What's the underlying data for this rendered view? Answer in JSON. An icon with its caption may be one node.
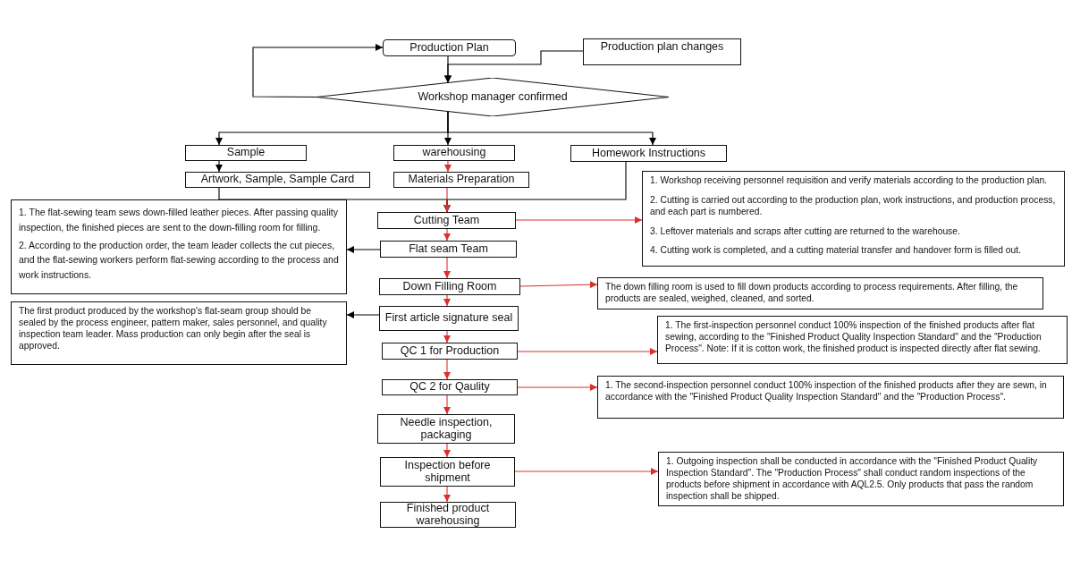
{
  "diagram": {
    "nodes": [
      {
        "text": [
          "Production Plan"
        ]
      },
      {
        "text": [
          "Production plan changes"
        ]
      },
      {
        "text": [
          "Workshop manager confirmed"
        ]
      },
      {
        "text": [
          "Sample"
        ]
      },
      {
        "text": [
          "warehousing"
        ]
      },
      {
        "text": [
          "Homework Instructions"
        ]
      },
      {
        "text": [
          "Artwork, Sample, Sample Card"
        ]
      },
      {
        "text": [
          "Materials Preparation"
        ]
      },
      {
        "text": [
          "1. The flat-sewing team sews down-filled leather pieces. After passing quality inspection, the finished pieces are sent to the down-filling room for filling.",
          "2. According to the production order, the team leader collects the cut pieces, and the flat-sewing workers perform flat-sewing according to the process and work instructions."
        ]
      },
      {
        "text": [
          "Cutting Team"
        ]
      },
      {
        "text": [
          "1. Workshop receiving personnel requisition and verify materials according to the production plan.",
          "2. Cutting is carried out according to the production plan, work instructions, and production process, and each part is numbered.",
          "3. Leftover materials and scraps after cutting are returned to the warehouse.",
          "4. Cutting work is completed, and a cutting material transfer and handover form is filled out."
        ]
      },
      {
        "text": [
          "Flat seam Team"
        ]
      },
      {
        "text": [
          "Down Filling Room"
        ]
      },
      {
        "text": [
          "The down filling room is used to fill down products according to process requirements. After filling, the products are sealed, weighed, cleaned, and sorted."
        ]
      },
      {
        "text": [
          "First article signature seal"
        ]
      },
      {
        "text": [
          "The first product produced by the workshop's flat-seam group should be sealed by the process engineer, pattern maker, sales personnel, and quality inspection team leader. Mass production can only begin after the seal is approved."
        ]
      },
      {
        "text": [
          "QC 1 for Production"
        ]
      },
      {
        "text": [
          "1. The first-inspection personnel conduct 100% inspection of the finished products after flat sewing, according to the \"Finished Product Quality Inspection Standard\" and the \"Production Process\". Note: If it is cotton work, the finished product is inspected directly after flat sewing."
        ]
      },
      {
        "text": [
          "QC 2 for Qaulity"
        ]
      },
      {
        "text": [
          "1. The second-inspection personnel conduct 100% inspection of the finished products after they are sewn, in accordance with the \"Finished Product Quality Inspection Standard\" and the \"Production Process\"."
        ]
      },
      {
        "text": [
          "Needle inspection, packaging"
        ]
      },
      {
        "text": [
          "Inspection before shipment"
        ]
      },
      {
        "text": [
          "Finished product warehousing"
        ]
      },
      {
        "text": [
          "1. Outgoing inspection shall be conducted in accordance with the \"Finished Product Quality Inspection Standard\". The \"Production Process\" shall conduct random inspections of the products before shipment in accordance with AQL2.5. Only products that pass the random inspection shall be shipped."
        ]
      }
    ],
    "edges": [
      {
        "from": 0,
        "to": 2,
        "arrow": "to",
        "color": "#000000"
      },
      {
        "from": 1,
        "to": 2,
        "arrow": "to",
        "color": "#000000"
      },
      {
        "from": 2,
        "to": 0,
        "arrow": "to",
        "color": "#000000"
      },
      {
        "from": 2,
        "to": 3,
        "arrow": "to",
        "color": "#000000"
      },
      {
        "from": 2,
        "to": 4,
        "arrow": "to",
        "color": "#000000"
      },
      {
        "from": 2,
        "to": 5,
        "arrow": "to",
        "color": "#000000"
      },
      {
        "from": 3,
        "to": 6,
        "arrow": "to",
        "color": "#000000"
      },
      {
        "from": 4,
        "to": 7,
        "arrow": "to"
      },
      {
        "from": 6,
        "to": 9,
        "arrow": "to",
        "color": "#000000"
      },
      {
        "from": 5,
        "to": 9,
        "arrow": "to",
        "color": "#000000"
      },
      {
        "from": 7,
        "to": 9,
        "arrow": "to"
      },
      {
        "from": 9,
        "to": 10,
        "arrow": "to"
      },
      {
        "from": 9,
        "to": 11,
        "arrow": "to"
      },
      {
        "from": 11,
        "to": 8,
        "arrow": "to",
        "color": "#000000"
      },
      {
        "from": 11,
        "to": 12,
        "arrow": "to"
      },
      {
        "from": 12,
        "to": 13,
        "arrow": "to"
      },
      {
        "from": 12,
        "to": 14,
        "arrow": "to"
      },
      {
        "from": 14,
        "to": 15,
        "arrow": "to",
        "color": "#000000"
      },
      {
        "from": 14,
        "to": 16,
        "arrow": "to"
      },
      {
        "from": 16,
        "to": 17,
        "arrow": "to"
      },
      {
        "from": 16,
        "to": 18,
        "arrow": "to"
      },
      {
        "from": 18,
        "to": 19,
        "arrow": "to"
      },
      {
        "from": 18,
        "to": 20,
        "arrow": "to"
      },
      {
        "from": 20,
        "to": 21,
        "arrow": "to"
      },
      {
        "from": 21,
        "to": 23,
        "arrow": "to"
      },
      {
        "from": 21,
        "to": 22,
        "arrow": "to"
      }
    ]
  }
}
